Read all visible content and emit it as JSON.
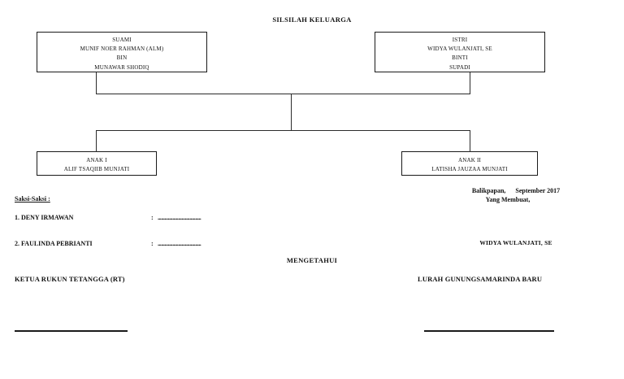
{
  "document": {
    "title": "SILSILAH KELUARGA"
  },
  "tree": {
    "father": {
      "role": "SUAMI",
      "name": "MUNIF NOER RAHMAN (ALM)",
      "relation": "BIN",
      "parent": "MUNAWAR SHODIQ"
    },
    "mother": {
      "role": "ISTRI",
      "name": "WIDYA WULANJATI, SE",
      "relation": "BINTI",
      "parent": "SUPADI"
    },
    "children": [
      {
        "role": "ANAK I",
        "name": "ALIF TSAQIIB MUNJATI"
      },
      {
        "role": "ANAK II",
        "name": "LATISHA JAUZAA MUNJATI"
      }
    ]
  },
  "witnesses": {
    "heading": "Saksi-Saksi :",
    "items": [
      {
        "label": "1. DENY IRMAWAN",
        "colon": ":",
        "dots": "......................................"
      },
      {
        "label": "2. FAULINDA PEBRIANTI",
        "colon": ":",
        "dots": "......................................"
      }
    ]
  },
  "signature_block": {
    "date_line": "Balikpapan,      September 2017",
    "maker_label": "Yang Membuat,",
    "maker_name": "WIDYA WULANJATI, SE"
  },
  "acknowledgement": {
    "heading": "MENGETAHUI",
    "officials": [
      {
        "label": "KETUA RUKUN TETANGGA (RT)"
      },
      {
        "label": "LURAH GUNUNGSAMARINDA BARU"
      }
    ]
  }
}
